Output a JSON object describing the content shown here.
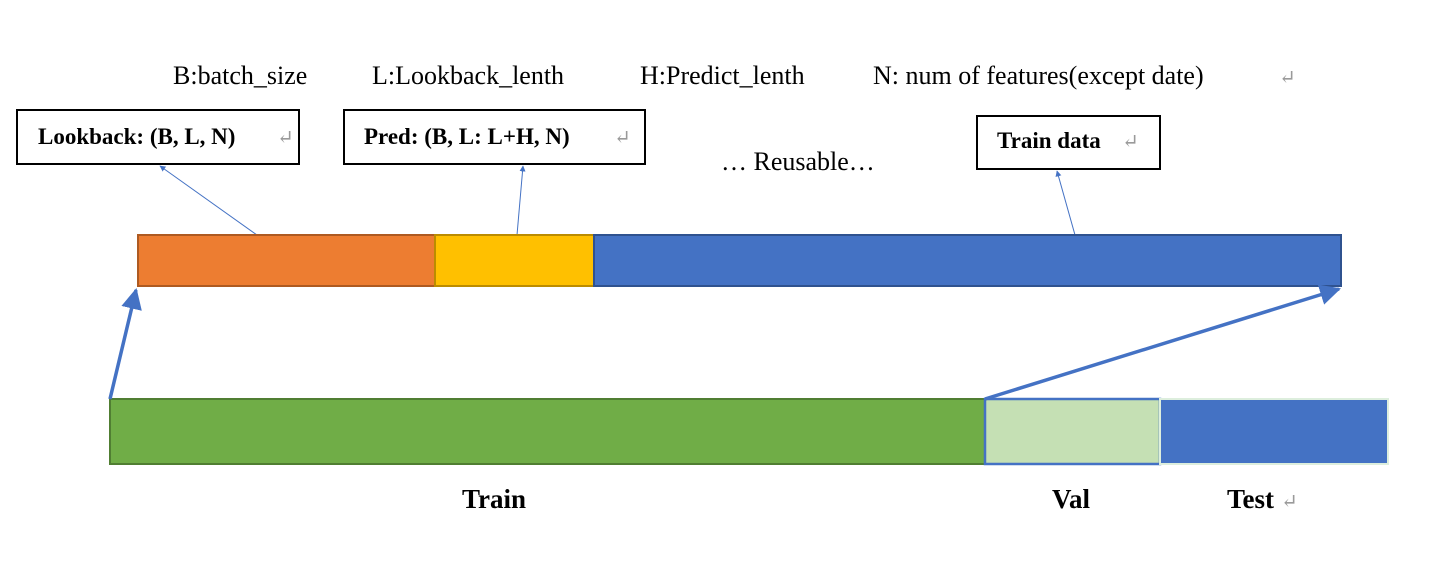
{
  "legend": {
    "batch": "B:batch_size",
    "lookback": "L:Lookback_lenth",
    "predict": "H:Predict_lenth",
    "features": "N: num of features(except date)"
  },
  "callouts": {
    "lookback": "Lookback: (B, L, N)",
    "pred": "Pred: (B, L: L+H, N)",
    "train_data": "Train data"
  },
  "reusable": "… Reusable…",
  "labels": {
    "train": "Train",
    "val": "Val",
    "test": "Test"
  },
  "colors": {
    "lookback": "#ED7D31",
    "pred": "#FFC000",
    "train_data": "#4472C4",
    "train": "#70AD47",
    "val": "#C5E0B4",
    "test": "#4472C4",
    "arrow": "#4472C4"
  },
  "paragraph_mark": "↵"
}
